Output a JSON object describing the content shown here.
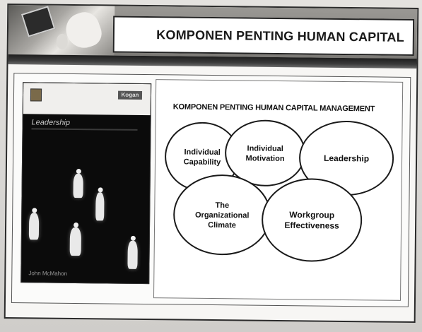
{
  "slide": {
    "title": "KOMPONEN PENTING HUMAN CAPITAL"
  },
  "book": {
    "title": "Leadership",
    "author": "John McMahon",
    "badge": "Kogan"
  },
  "diagram": {
    "title": "KOMPONEN PENTING HUMAN CAPITAL MANAGEMENT",
    "components": [
      {
        "lines": [
          "Individual",
          "Capability"
        ]
      },
      {
        "lines": [
          "Individual",
          "Motivation"
        ]
      },
      {
        "lines": [
          "Leadership"
        ]
      },
      {
        "lines": [
          "The",
          "Organizational",
          "Climate"
        ]
      },
      {
        "lines": [
          "Workgroup",
          "Effectiveness"
        ]
      }
    ]
  }
}
